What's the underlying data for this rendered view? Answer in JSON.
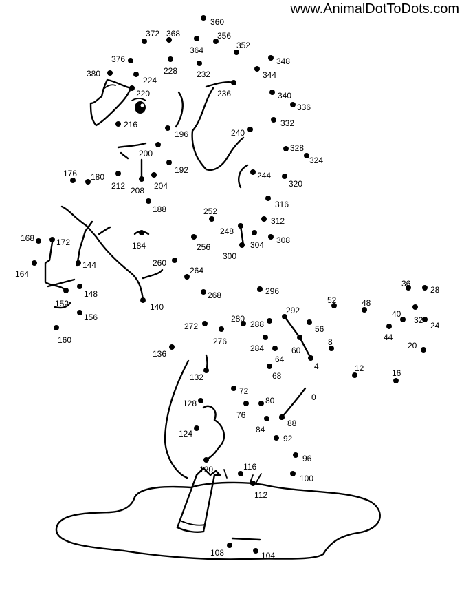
{
  "site": {
    "url": "www.AnimalDotToDots.com"
  },
  "dots": [
    "0",
    "4",
    "8",
    "12",
    "16",
    "20",
    "24",
    "28",
    "32",
    "36",
    "40",
    "44",
    "48",
    "52",
    "56",
    "60",
    "64",
    "68",
    "72",
    "76",
    "80",
    "84",
    "88",
    "92",
    "96",
    "100",
    "104",
    "108",
    "112",
    "116",
    "120",
    "124",
    "128",
    "132",
    "136",
    "140",
    "144",
    "148",
    "152",
    "156",
    "160",
    "164",
    "168",
    "172",
    "176",
    "180",
    "184",
    "188",
    "192",
    "196",
    "200",
    "204",
    "208",
    "212",
    "216",
    "220",
    "224",
    "228",
    "232",
    "236",
    "240",
    "244",
    "248",
    "252",
    "256",
    "260",
    "264",
    "268",
    "272",
    "276",
    "280",
    "284",
    "288",
    "292",
    "296",
    "300",
    "304",
    "308",
    "312",
    "316",
    "320",
    "324",
    "328",
    "332",
    "336",
    "340",
    "344",
    "348",
    "352",
    "356",
    "360",
    "364",
    "368",
    "372",
    "376",
    "380"
  ]
}
